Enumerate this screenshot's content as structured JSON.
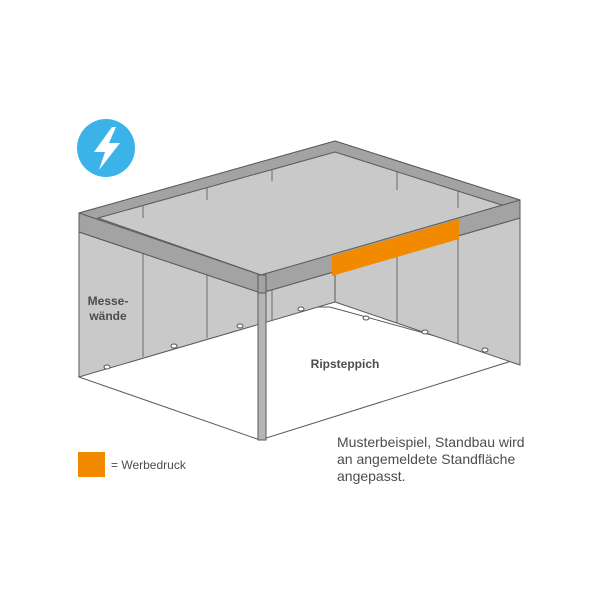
{
  "icon": {
    "name": "lightning-bolt-icon",
    "color": "#3bb3e8"
  },
  "labels": {
    "walls_line1": "Messe-",
    "walls_line2": "wände",
    "carpet": "Ripsteppich"
  },
  "legend": {
    "swatch_color": "#f28a00",
    "text": "= Werbedruck"
  },
  "caption": {
    "line1": "Musterbeispiel, Standbau wird",
    "line2": "an angemeldete Standfläche",
    "line3": "angepasst."
  },
  "colors": {
    "wall": "#c9c9c9",
    "frame": "#a3a3a3",
    "floor": "#ffffff",
    "outline": "#5a5a5a"
  }
}
